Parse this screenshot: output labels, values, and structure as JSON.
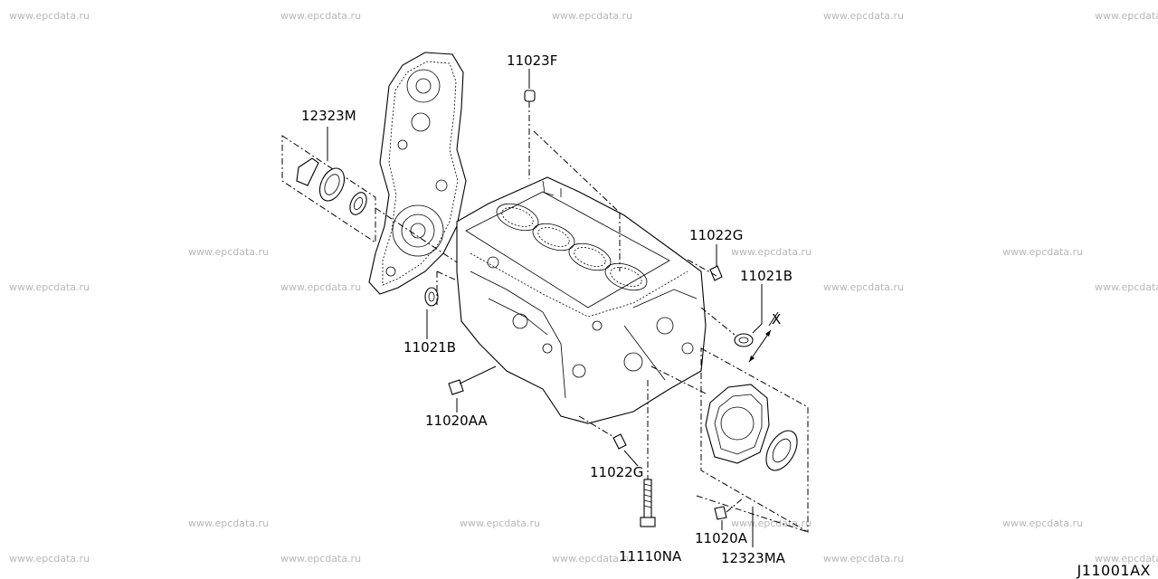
{
  "watermark_text": "www.epcdata.ru",
  "diagram_code": "J11001AX",
  "labels": {
    "p11023F": "11023F",
    "p12323M": "12323M",
    "p11022G_top": "11022G",
    "p11021B_right": "11021B",
    "p11021B_left": "11021B",
    "p11020AA": "11020AA",
    "p11022G_bottom": "11022G",
    "p11020A": "11020A",
    "p11110NA": "11110NA",
    "p12323MA": "12323MA",
    "direction_x": "X"
  }
}
